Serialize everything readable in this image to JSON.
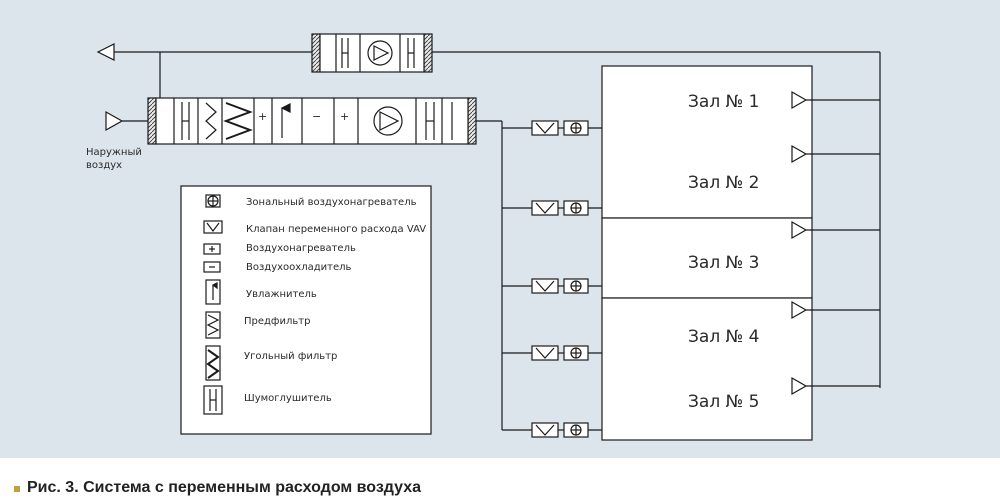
{
  "outside_air_label": [
    "Наружный",
    "воздух"
  ],
  "halls": [
    "Зал  № 1",
    "Зал  № 2",
    "Зал  № 3",
    "Зал  № 4",
    "Зал  № 5"
  ],
  "legend": [
    "Зональный воздухонагреватель",
    "Клапан переменного расхода VAV",
    "Воздухонагреватель",
    "Воздухоохладитель",
    "Увлажнитель",
    "Предфильтр",
    "Угольный фильтр",
    "Шумоглушитель"
  ],
  "unit_signs": {
    "plus": "+",
    "minus": "−"
  },
  "caption": "Рис. 3. Система с переменным расходом воздуха",
  "colors": {
    "panel": "#dde5ec",
    "stroke": "#1a1a1a",
    "bullet": "#c3a13a"
  },
  "icons": {
    "fan": "fan-icon",
    "vav": "vav-valve-icon",
    "zonal_heater": "zonal-heater-icon",
    "silencer": "silencer-icon",
    "prefilter": "prefilter-icon",
    "carbon_filter": "carbon-filter-icon",
    "humidifier": "humidifier-icon",
    "heater": "heater-icon",
    "cooler": "cooler-icon",
    "supply_diffuser": "supply-diffuser-icon",
    "exhaust_grille": "exhaust-grille-icon"
  }
}
